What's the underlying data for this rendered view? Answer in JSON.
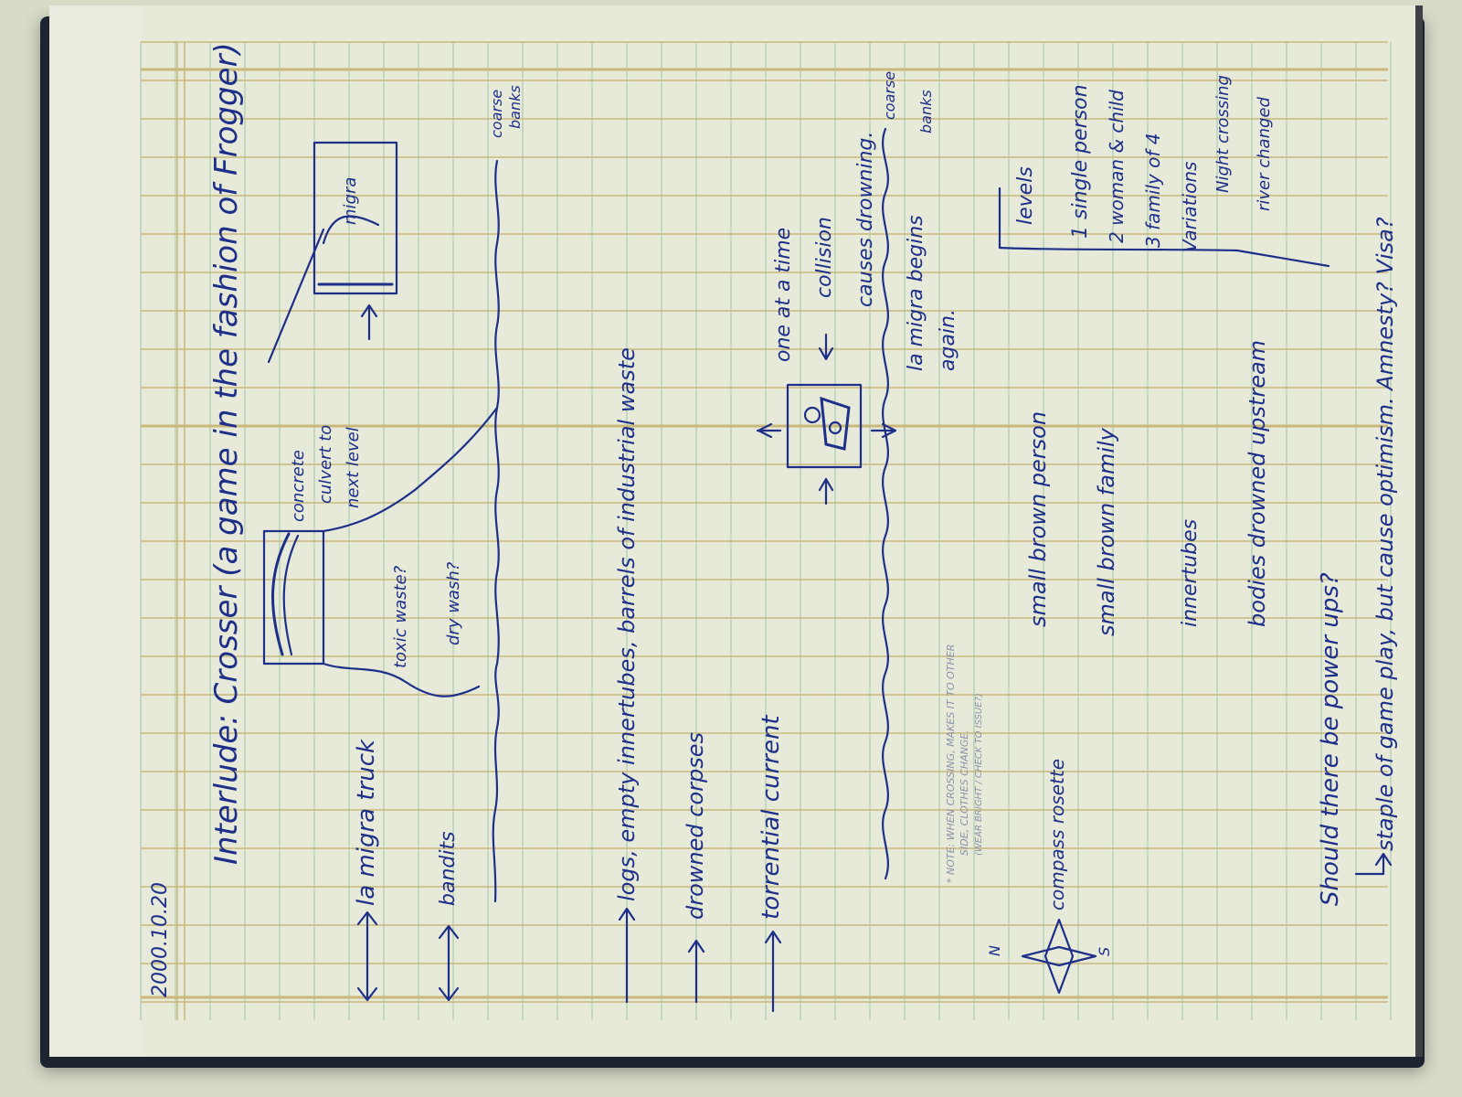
{
  "page": {
    "date": "2000.10.20",
    "title": "Interlude: Crosser (a game in the fashion of Frogger)"
  },
  "top_section": {
    "migra_truck": "la migra truck",
    "bandits": "bandits",
    "toxic_waste": "toxic waste?",
    "dry_wash": "dry wash?",
    "culvert_note_1": "concrete",
    "culvert_note_2": "culvert to",
    "culvert_note_3": "next level",
    "migra_label": "migra",
    "coarse_banks_top_1": "coarse",
    "coarse_banks_top_2": "banks"
  },
  "middle_section": {
    "logs": "logs, empty innertubes, barrels of industrial waste",
    "corpses": "drowned corpses",
    "current": "torrential current",
    "one_at_a_time": "one at a time",
    "collision": "collision",
    "causes_drowning": "causes drowning.",
    "migra_begins": "la migra begins",
    "again": "again.",
    "coarse_banks_mid_1": "coarse",
    "coarse_banks_mid_2": "banks",
    "faint_note_1": "* NOTE: WHEN CROSSING, MAKES IT TO OTHER",
    "faint_note_2": "SIDE, CLOTHES CHANGE.",
    "faint_note_3": "(WEAR BRIGHT / CHECK TO ISSUE?)"
  },
  "bottom_section": {
    "compass_n": "N",
    "compass_s": "S",
    "compass_label": "compass rosette",
    "small_brown_person": "small brown person",
    "small_brown_family": "small brown family",
    "innertubes": "innertubes",
    "bodies_drowned": "bodies drowned upstream",
    "levels": "levels",
    "level_1": "1 single person",
    "level_2": "2 woman & child",
    "level_3": "3 family of 4",
    "variations": "Variations",
    "night_crossing": "Night crossing",
    "river_changed": "river changed",
    "power_ups": "Should there be power ups?",
    "staple": "staple of game play, but cause optimism. Amnesty? Visa?"
  },
  "colors": {
    "ink": "#1e2f8a",
    "paper": "#e7ead8",
    "grid_green": "#9fc6a9",
    "grid_gold": "#c9b87a",
    "binding": "#1d2430"
  }
}
